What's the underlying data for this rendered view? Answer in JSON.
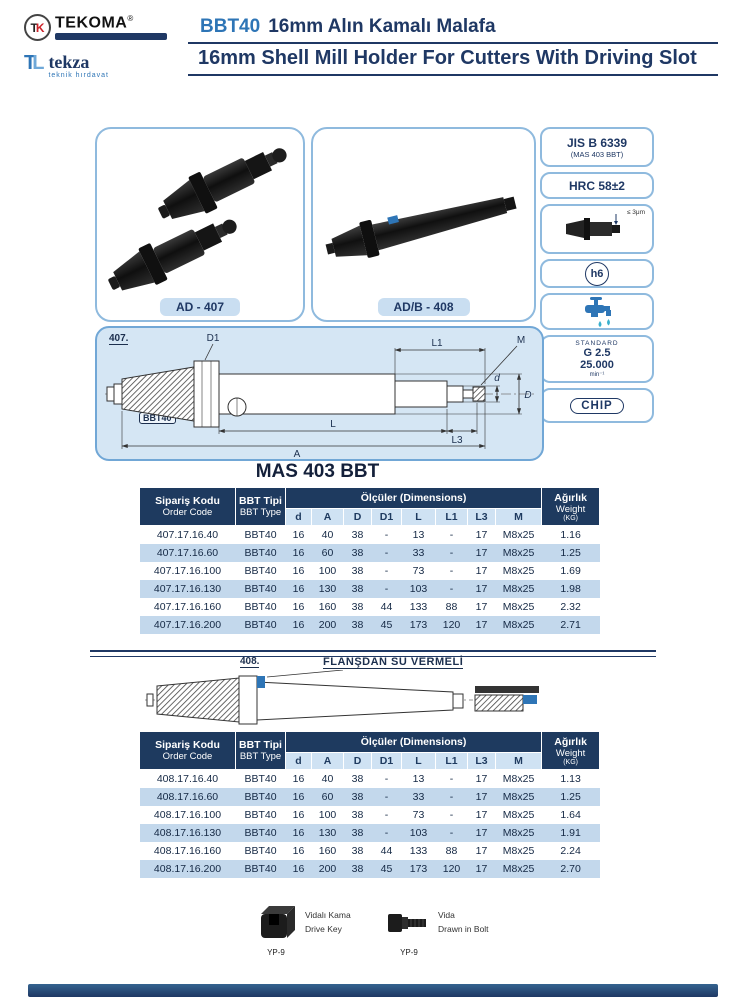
{
  "colors": {
    "navy": "#1f3864",
    "blue": "#2e75b6",
    "row_alt": "#c3d8ec",
    "box_border": "#8fbade",
    "red": "#cc2229"
  },
  "header": {
    "brand_tekoma": "TEKOMA",
    "brand_tekoma_reg": "®",
    "brand_tekza": "tekza",
    "brand_tekza_tag": "teknik hırdavat",
    "title_code": "BBT40",
    "title_tr": "16mm Alın Kamalı Malafa",
    "title_en": "16mm Shell Mill Holder For Cutters With Driving Slot"
  },
  "photos": {
    "left_label": "AD - 407",
    "right_label": "AD/B - 408"
  },
  "specs": {
    "jis1": "JIS B 6339",
    "jis2": "(MAS 403 BBT)",
    "hrc": "HRC 58±2",
    "runout": "≤ 3μm",
    "h6": "h6",
    "std_label": "STANDARD",
    "std_grade": "G 2.5",
    "std_speed": "25.000",
    "std_unit": "min⁻¹",
    "chip": "CHIP"
  },
  "drawing1": {
    "ref": "407.",
    "model": "BBT40",
    "dim_d1": "D1",
    "dim_l1": "L1",
    "dim_m": "M",
    "dim_l": "L",
    "dim_l3": "L3",
    "dim_a": "A",
    "dim_d": "d",
    "dim_D": "D"
  },
  "mas_title": "MAS 403 BBT",
  "drawing2": {
    "ref": "408.",
    "note": "FLANŞDAN SU VERMELİ"
  },
  "table_headers": {
    "order_code_tr": "Sipariş Kodu",
    "order_code_en": "Order Code",
    "type_tr": "BBT Tipi",
    "type_en": "BBT Type",
    "dims_group": "Ölçüler (Dimensions)",
    "dims": [
      "d",
      "A",
      "D",
      "D1",
      "L",
      "L1",
      "L3",
      "M"
    ],
    "weight_tr": "Ağırlık",
    "weight_en": "Weight",
    "weight_unit": "(KG)"
  },
  "table1": {
    "rows": [
      [
        "407.17.16.40",
        "BBT40",
        "16",
        "40",
        "38",
        "-",
        "13",
        "-",
        "17",
        "M8x25",
        "1.16"
      ],
      [
        "407.17.16.60",
        "BBT40",
        "16",
        "60",
        "38",
        "-",
        "33",
        "-",
        "17",
        "M8x25",
        "1.25"
      ],
      [
        "407.17.16.100",
        "BBT40",
        "16",
        "100",
        "38",
        "-",
        "73",
        "-",
        "17",
        "M8x25",
        "1.69"
      ],
      [
        "407.17.16.130",
        "BBT40",
        "16",
        "130",
        "38",
        "-",
        "103",
        "-",
        "17",
        "M8x25",
        "1.98"
      ],
      [
        "407.17.16.160",
        "BBT40",
        "16",
        "160",
        "38",
        "44",
        "133",
        "88",
        "17",
        "M8x25",
        "2.32"
      ],
      [
        "407.17.16.200",
        "BBT40",
        "16",
        "200",
        "38",
        "45",
        "173",
        "120",
        "17",
        "M8x25",
        "2.71"
      ]
    ]
  },
  "table2": {
    "rows": [
      [
        "408.17.16.40",
        "BBT40",
        "16",
        "40",
        "38",
        "-",
        "13",
        "-",
        "17",
        "M8x25",
        "1.13"
      ],
      [
        "408.17.16.60",
        "BBT40",
        "16",
        "60",
        "38",
        "-",
        "33",
        "-",
        "17",
        "M8x25",
        "1.25"
      ],
      [
        "408.17.16.100",
        "BBT40",
        "16",
        "100",
        "38",
        "-",
        "73",
        "-",
        "17",
        "M8x25",
        "1.64"
      ],
      [
        "408.17.16.130",
        "BBT40",
        "16",
        "130",
        "38",
        "-",
        "103",
        "-",
        "17",
        "M8x25",
        "1.91"
      ],
      [
        "408.17.16.160",
        "BBT40",
        "16",
        "160",
        "38",
        "44",
        "133",
        "88",
        "17",
        "M8x25",
        "2.24"
      ],
      [
        "408.17.16.200",
        "BBT40",
        "16",
        "200",
        "38",
        "45",
        "173",
        "120",
        "17",
        "M8x25",
        "2.70"
      ]
    ]
  },
  "accessories": [
    {
      "tr": "Vidalı Kama",
      "en": "Drive Key",
      "code": "YP-9"
    },
    {
      "tr": "Vida",
      "en": "Drawn in Bolt",
      "code": "YP-9"
    }
  ]
}
